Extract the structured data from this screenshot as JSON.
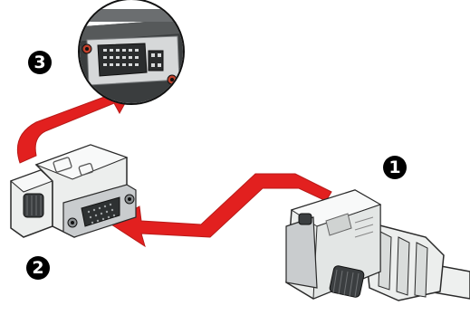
{
  "steps": [
    {
      "label": "1"
    },
    {
      "label": "2"
    },
    {
      "label": "3"
    }
  ],
  "colors": {
    "arrow": "#e2201f",
    "arrow_dark": "#9c1412",
    "plastic": "#eceeed",
    "plastic_shadow": "#b9bdbc",
    "metal": "#c9ccce",
    "screw": "#3b3e40",
    "outline": "#2a2a2a",
    "panel": "#2e3132",
    "background": "#ffffff"
  },
  "icons": {
    "connector": "vga-plug-icon",
    "adapter": "dvi-vga-adapter-icon",
    "port": "dvi-port-icon",
    "arrow": "red-arrow-icon"
  }
}
